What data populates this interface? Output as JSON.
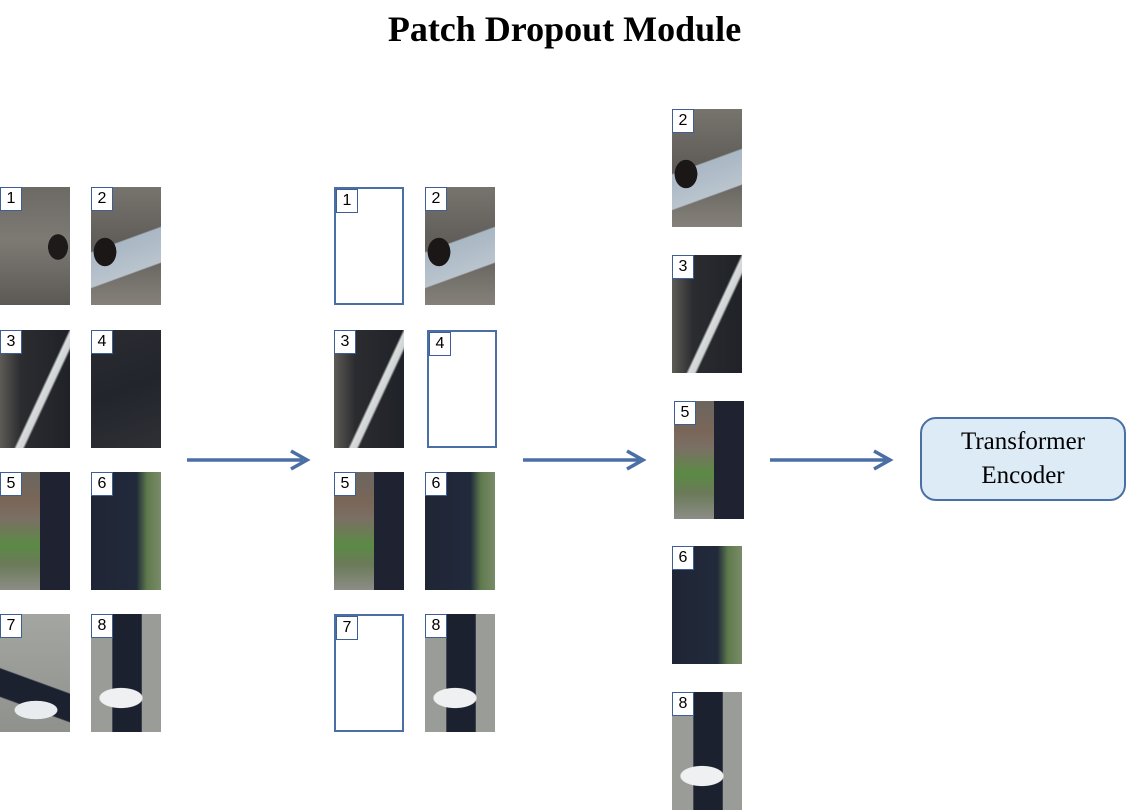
{
  "title": "Patch Dropout Module",
  "input_grid": [
    "1",
    "2",
    "3",
    "4",
    "5",
    "6",
    "7",
    "8"
  ],
  "dropout_grid": [
    "1",
    "2",
    "3",
    "4",
    "5",
    "6",
    "7",
    "8"
  ],
  "kept_sequence": [
    "2",
    "3",
    "5",
    "6",
    "8"
  ],
  "encoder": {
    "line1": "Transformer",
    "line2": "Encoder"
  },
  "colors": {
    "accent": "#4a6fa5",
    "encoder_fill": "#ddebf7"
  }
}
